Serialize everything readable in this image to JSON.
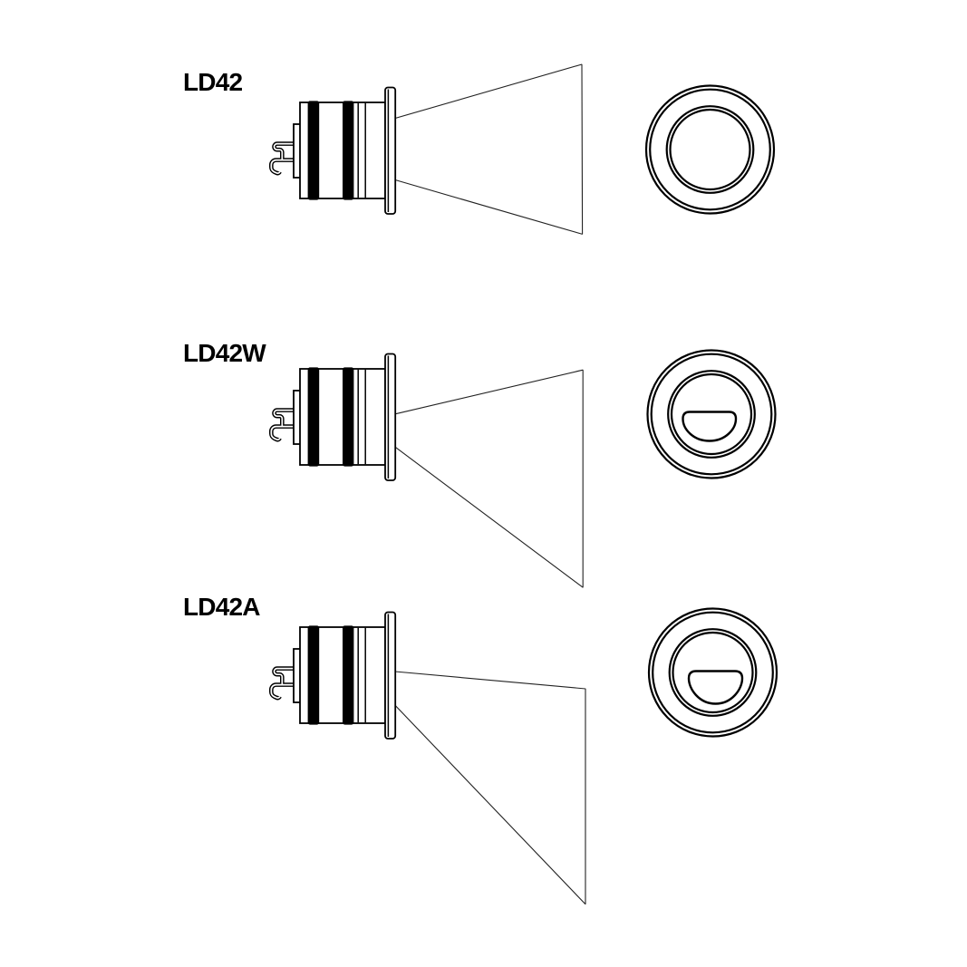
{
  "page": {
    "background": "#ffffff",
    "line_color": "#000000",
    "beam_line_color": "#222222"
  },
  "products": [
    {
      "label": "LD42"
    },
    {
      "label": "LD42W"
    },
    {
      "label": "LD42A"
    }
  ]
}
